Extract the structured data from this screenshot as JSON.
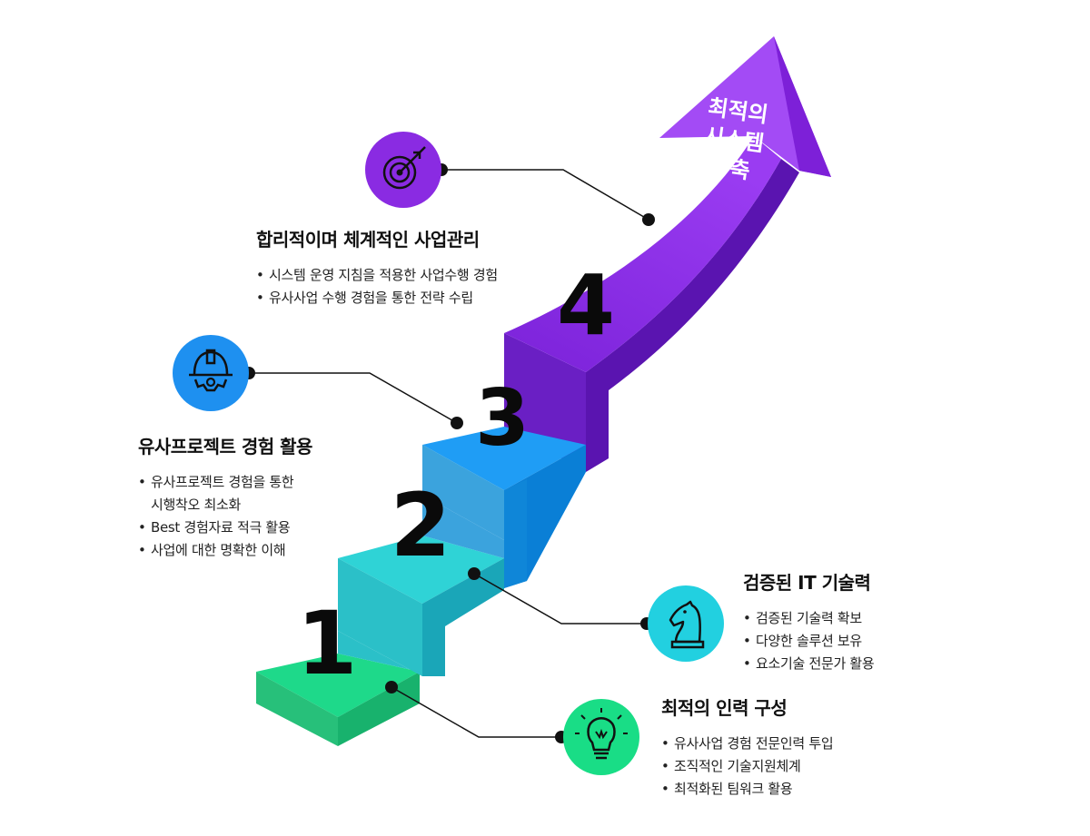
{
  "steps": [
    {
      "number": "1",
      "color": "#19dd86"
    },
    {
      "number": "2",
      "color": "#2fc9d1"
    },
    {
      "number": "3",
      "color": "#1f9df5"
    },
    {
      "number": "4",
      "color": "#8a2be2"
    }
  ],
  "arrow_label": [
    "최적의",
    "시스템",
    "구축"
  ],
  "blocks": {
    "management": {
      "title": "합리적이며 체계적인 사업관리",
      "items": [
        "시스템 운영 지침을 적용한 사업수행 경험",
        "유사사업 수행 경험을 통한 전략 수립"
      ],
      "icon": "target-icon",
      "icon_color": "#8a2be2"
    },
    "project": {
      "title": "유사프로젝트 경험 활용",
      "items": [
        "유사프로젝트 경험을 통한",
        "시행착오 최소화",
        "Best 경험자료 적극 활용",
        "사업에 대한 명확한 이해"
      ],
      "icon": "helmet-gear-icon",
      "icon_color": "#1e90f0"
    },
    "tech": {
      "title": "검증된 IT 기술력",
      "items": [
        "검증된 기술력 확보",
        "다양한 솔루션 보유",
        "요소기술 전문가 활용"
      ],
      "icon": "chess-knight-icon",
      "icon_color": "#22d0e0"
    },
    "people": {
      "title": "최적의 인력 구성",
      "items": [
        "유사사업 경험 전문인력 투입",
        "조직적인 기술지원체계",
        "최적화된 팀워크 활용"
      ],
      "icon": "lightbulb-icon",
      "icon_color": "#19dd86"
    }
  }
}
